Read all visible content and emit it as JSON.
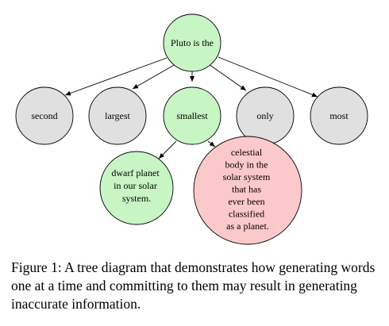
{
  "colors": {
    "root_fill": "#c8f5c4",
    "selected_fill": "#c8f5c4",
    "other_fill": "#e0e0e0",
    "leaf_good_fill": "#c8f5c4",
    "leaf_bad_fill": "#fbc9c9",
    "stroke": "#000000"
  },
  "root": {
    "label": "Pluto is the"
  },
  "level1": [
    {
      "label": "second"
    },
    {
      "label": "largest"
    },
    {
      "label": "smallest"
    },
    {
      "label": "only"
    },
    {
      "label": "most"
    }
  ],
  "level2": [
    {
      "lines": [
        "dwarf planet",
        "in our solar",
        "system."
      ]
    },
    {
      "lines": [
        "celestial",
        "body in the",
        "solar system",
        "that has",
        "ever been",
        "classified",
        "as a planet."
      ]
    }
  ],
  "caption": "Figure 1: A tree diagram that demonstrates how generating words one at a time and committing to them may result in generating inaccurate information."
}
